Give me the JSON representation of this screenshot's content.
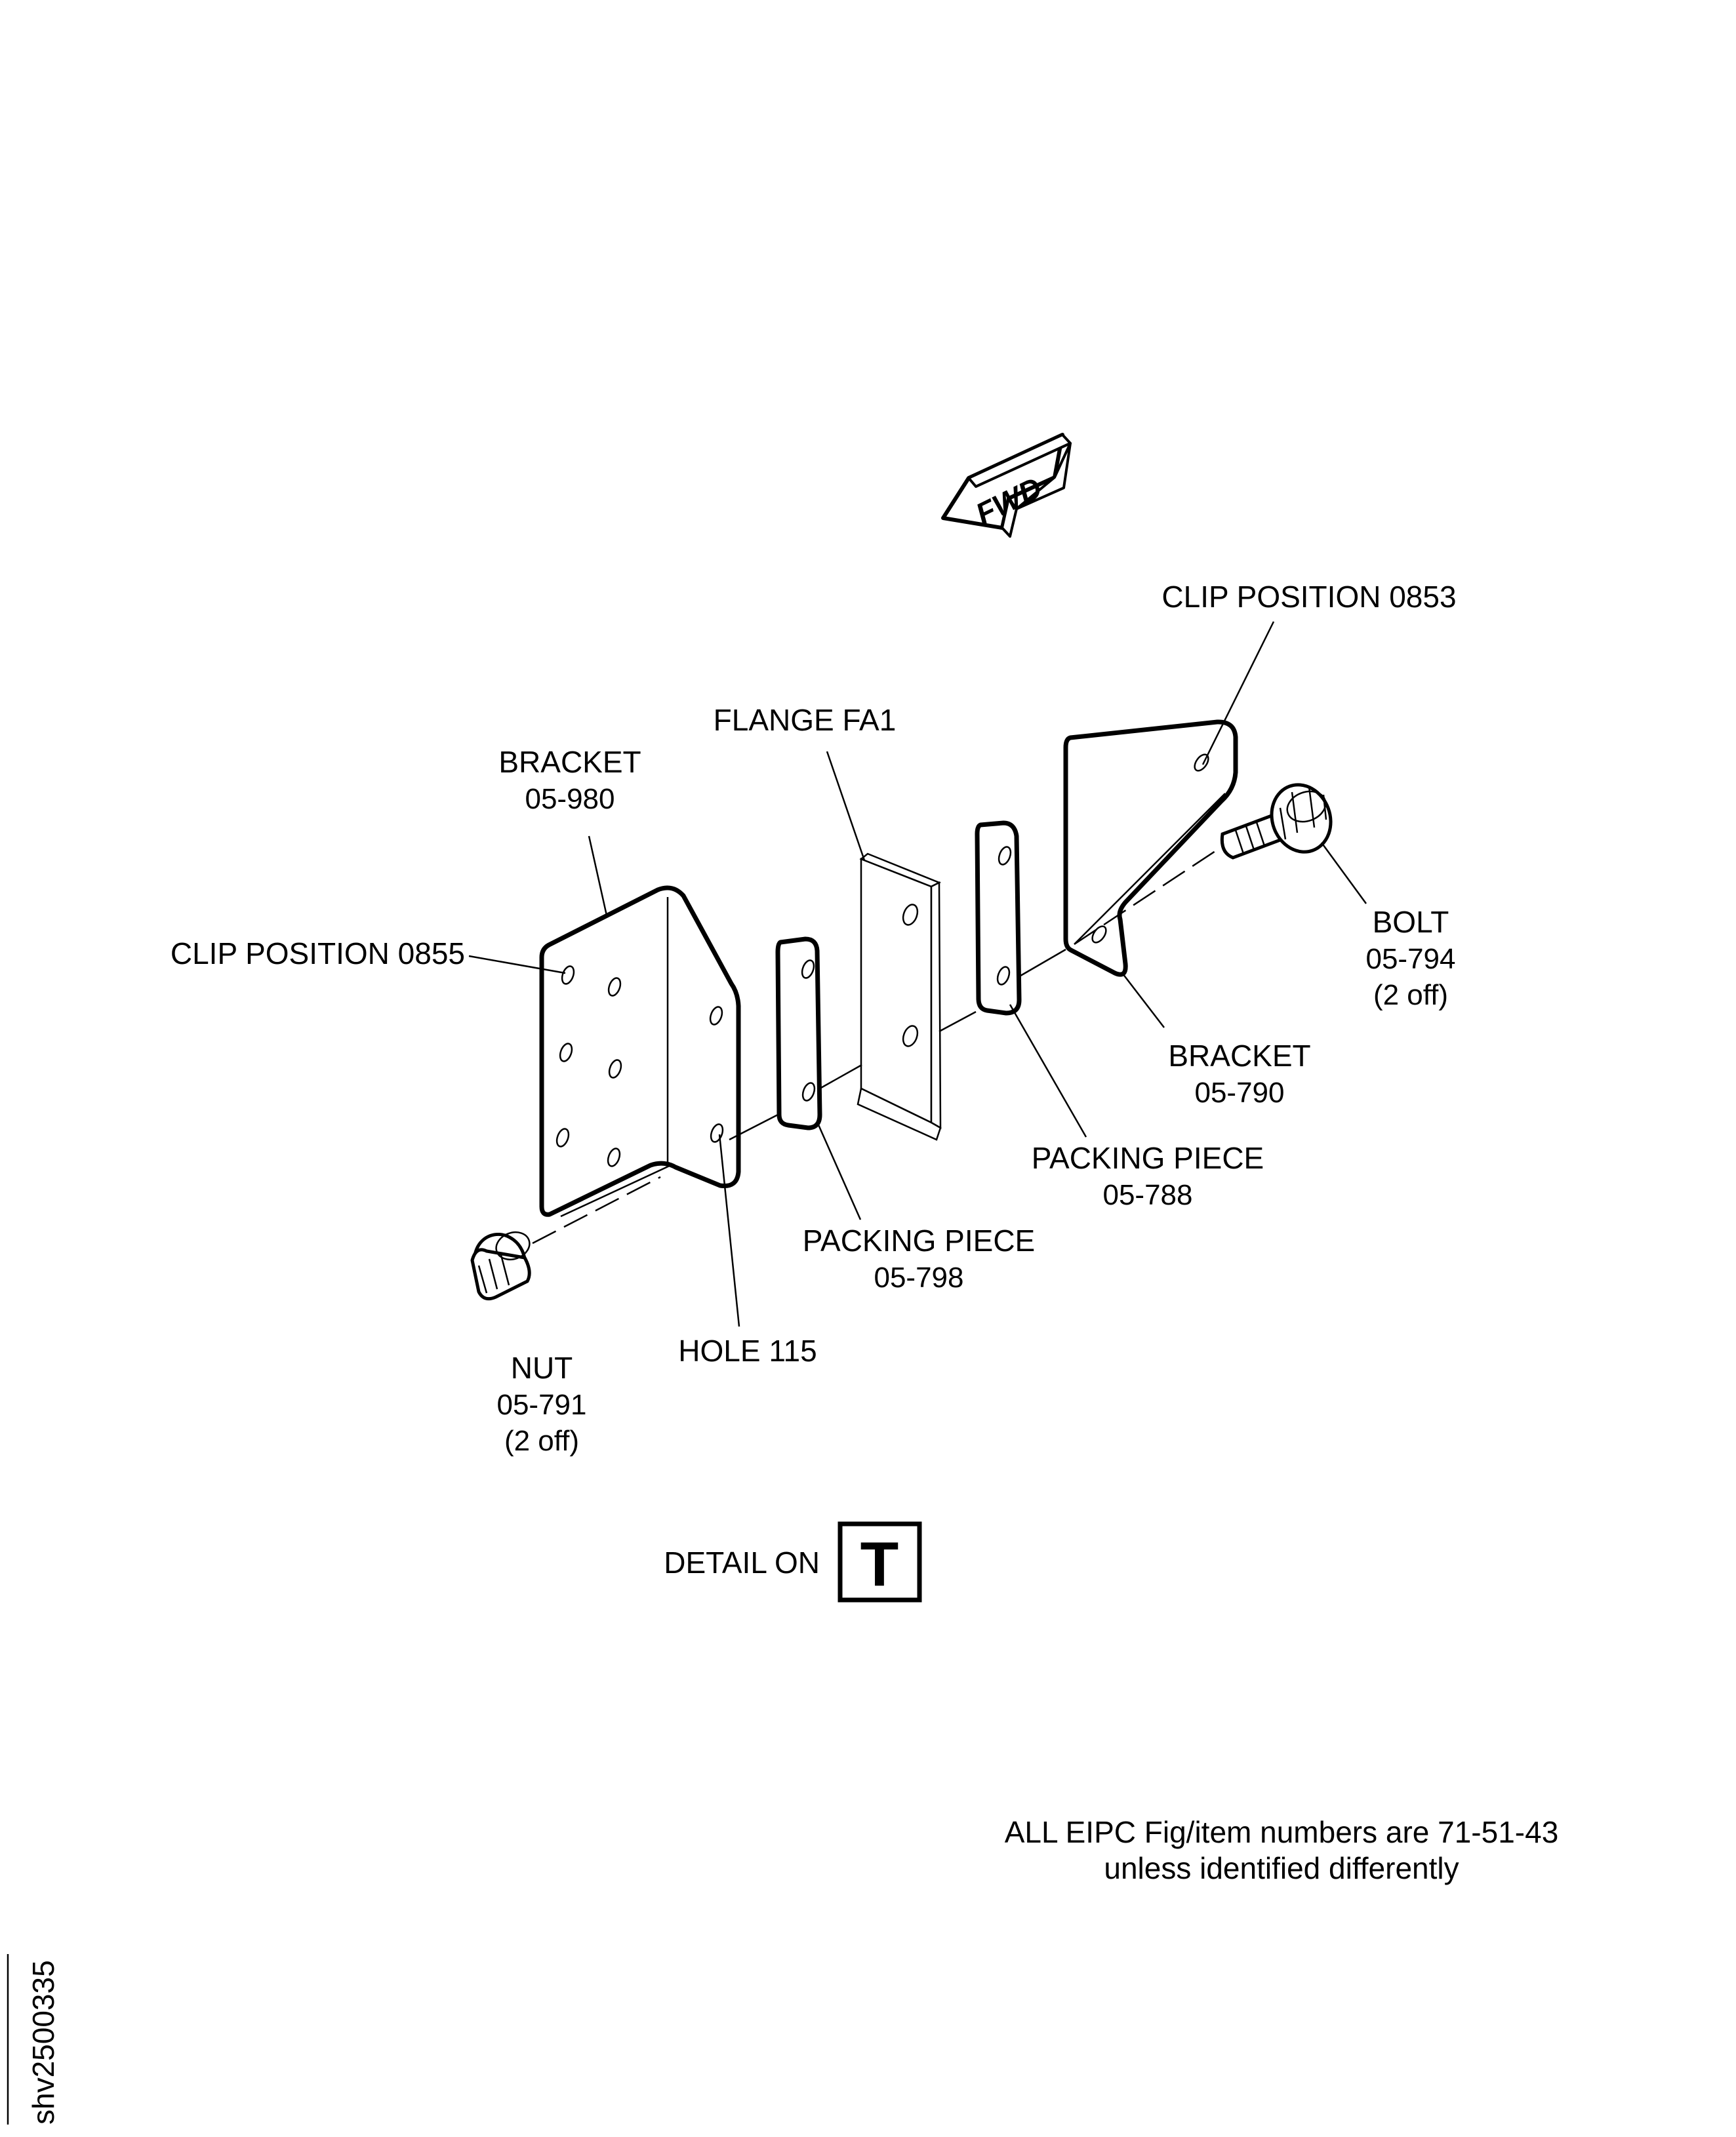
{
  "labels": {
    "clip_position_0853": "CLIP POSITION 0853",
    "flange_fa1": "FLANGE FA1",
    "bracket_05_980": [
      "BRACKET",
      "05-980"
    ],
    "clip_position_0855": "CLIP POSITION 0855",
    "bolt_05_794": [
      "BOLT",
      "05-794",
      "(2 off)"
    ],
    "bracket_05_790": [
      "BRACKET",
      "05-790"
    ],
    "packing_piece_05_788": [
      "PACKING PIECE",
      "05-788"
    ],
    "packing_piece_05_798": [
      "PACKING PIECE",
      "05-798"
    ],
    "hole_115": "HOLE 115",
    "nut_05_791": [
      "NUT",
      "05-791",
      "(2 off)"
    ]
  },
  "fwd_arrow": "FWD",
  "detail": {
    "text": "DETAIL ON",
    "letter": "T"
  },
  "note": [
    "ALL EIPC Fig/item numbers are 71-51-43",
    "unless identified differently"
  ],
  "drawing_id": "shv2500335"
}
